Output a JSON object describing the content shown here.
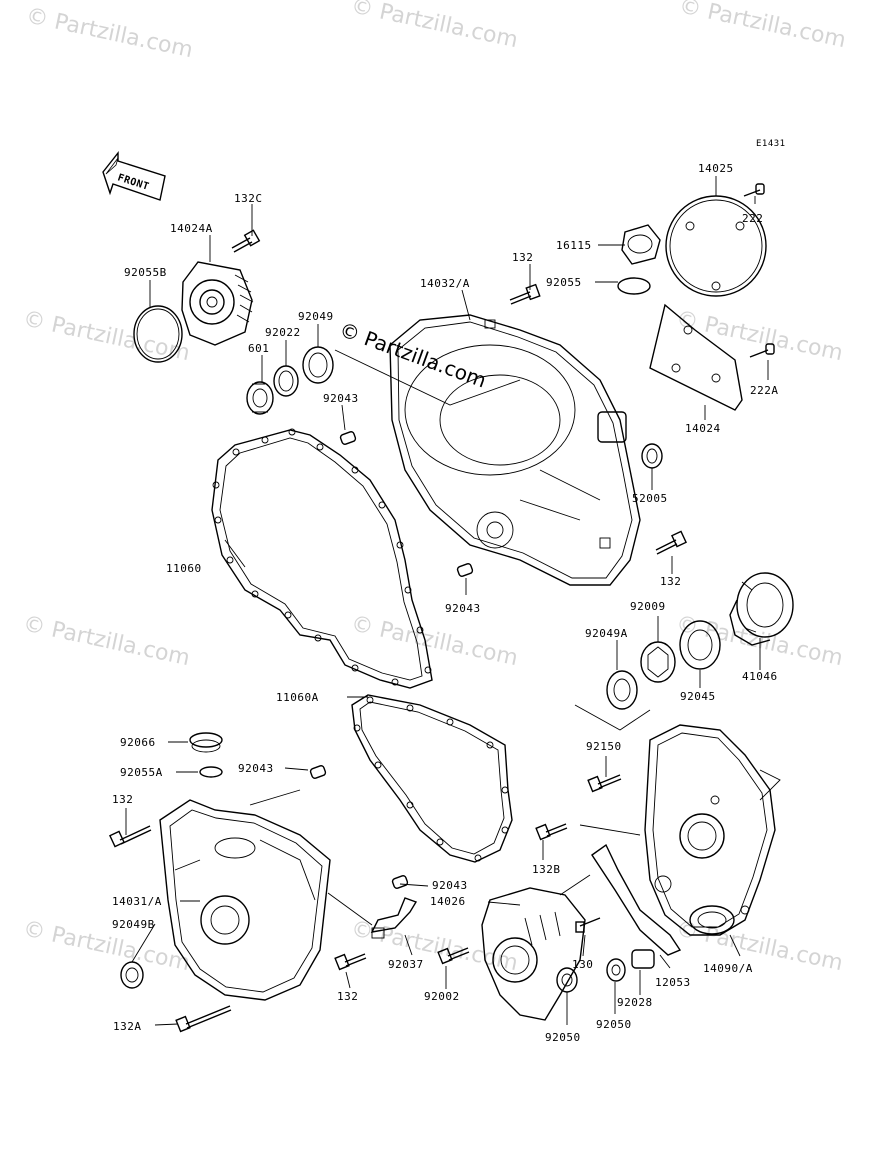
{
  "diagram_code": "E1431",
  "watermark_text": "© Partzilla.com",
  "center_watermark": "© Partzilla.com",
  "front_arrow_label": "FRONT",
  "labels": {
    "p132C": "132C",
    "p14024A": "14024A",
    "p92055B": "92055B",
    "p601": "601",
    "p92022": "92022",
    "p92049": "92049",
    "p92043a": "92043",
    "p14032A": "14032/A",
    "p132a": "132",
    "p16115": "16115",
    "p92055": "92055",
    "p14025": "14025",
    "p222": "222",
    "p222A": "222A",
    "p14024": "14024",
    "p52005": "52005",
    "p132b": "132",
    "p92043b": "92043",
    "p11060": "11060",
    "p92009": "92009",
    "p92049A": "92049A",
    "p41046": "41046",
    "p92045": "92045",
    "p11060A": "11060A",
    "p92066": "92066",
    "p92055A": "92055A",
    "p92043c": "92043",
    "p92150": "92150",
    "p132c": "132",
    "p132B": "132B",
    "p14031A": "14031/A",
    "p92049B": "92049B",
    "p92043d": "92043",
    "p14026": "14026",
    "p130": "130",
    "p92037": "92037",
    "p132d": "132",
    "p92002": "92002",
    "p92050a": "92050",
    "p92028": "92028",
    "p12053": "12053",
    "p14090A": "14090/A",
    "p92050b": "92050",
    "p132A": "132A"
  }
}
